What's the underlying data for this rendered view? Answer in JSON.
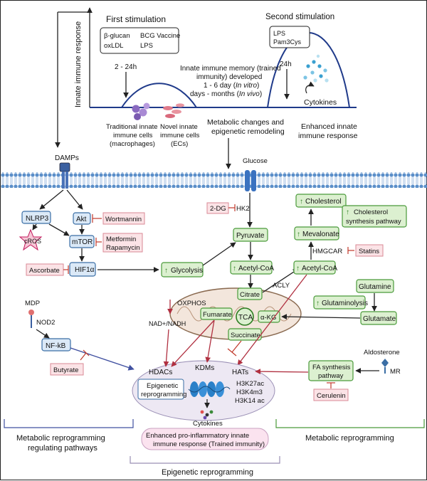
{
  "header": {
    "y_axis_label": "Innate immune response",
    "first_stimulation": "First stimulation",
    "second_stimulation": "Second stimulation",
    "first_stimuli": [
      "β-glucan",
      "BCG Vaccine",
      "oxLDL",
      "LPS"
    ],
    "second_stimuli": [
      "LPS",
      "Pam3Cys"
    ],
    "first_time": "2 - 24h",
    "second_time": "24h",
    "memory_line1": "Innate immune memory (trained",
    "memory_line2": "immunity) developed",
    "memory_line3": "1 - 6 day (",
    "memory_line3_it": "In vitro",
    "memory_line3_end": ")",
    "memory_line4": "days - months (",
    "memory_line4_it": "In vivo",
    "memory_line4_end": ")",
    "cytokines_top": "Cytokines",
    "traditional_cells": [
      "Traditional innate",
      "immune cells",
      "(macrophages)"
    ],
    "novel_cells": [
      "Novel innate",
      "immune cells",
      "(ECs)"
    ],
    "metabolic_changes": [
      "Metabolic changes and",
      "epigenetic remodeling"
    ],
    "enhanced_response": [
      "Enhanced innate",
      "immune response"
    ]
  },
  "membrane": {
    "damps": "DAMPs",
    "glucose": "Glucose"
  },
  "signaling": {
    "nlrp3": "NLRP3",
    "akt": "Akt",
    "wortmannin": "Wortmannin",
    "cros": "cROS",
    "mtor": "mTOR",
    "metformin": "Metformin",
    "rapamycin": "Rapamycin",
    "ascorbate": "Ascorbate",
    "hif1a": "HIF1α",
    "glycolysis": "Glycolysis",
    "two_dg": "2-DG",
    "hk2": "HK2",
    "pyruvate": "Pyruvate",
    "acetyl_coa_left": "Acetyl-CoA",
    "acly": "ACLY",
    "citrate": "Citrate",
    "tca": "TCA",
    "akg": "α-KG",
    "fumarate": "Fumarate",
    "succinate": "Succinate",
    "oxphos": "OXPHOS",
    "nad": "NAD+/NADH",
    "cholesterol": "Cholesterol",
    "cholesterol_pathway": [
      "Cholesterol",
      "synthesis pathway"
    ],
    "mevalonate": "Mevalonate",
    "hmgcar": "HMGCAR",
    "statins": "Statins",
    "acetyl_coa_right": "Acetyl-CoA",
    "glutamine": "Glutamine",
    "glutaminolysis": "Glutaminolysis",
    "glutamate": "Glutamate",
    "mdp": "MDP",
    "nod2": "NOD2",
    "nfkb": "NF-kB",
    "butyrate": "Butyrate",
    "hdacs": "HDACs",
    "kdms": "KDMs",
    "hats": "HATs",
    "epigenetic_reprogramming_box": [
      "Epigenetic",
      "reprogramming"
    ],
    "marks": [
      "H3K27ac",
      "H3K4m3",
      "H3K14 ac"
    ],
    "cytokines_bottom": "Cytokines",
    "fa_synthesis": [
      "FA synthesis",
      "pathway"
    ],
    "aldosterone": "Aldosterone",
    "mr": "MR",
    "cerulenin": "Cerulenin",
    "enhanced_box": [
      "Enhanced pro-inflammatory innate",
      "immune response (Trained immunity)"
    ]
  },
  "footer": {
    "left": [
      "Metabolic reprogramming",
      "regulating pathways"
    ],
    "right": "Metabolic reprogramming",
    "center": "Epigenetic reprogramming"
  },
  "colors": {
    "blue_box": "#dbe9f7",
    "green_box": "#dcf0d0",
    "pink_box": "#fbe3e6",
    "membrane": "#5b8fc9",
    "curve": "#1f3a8a"
  }
}
